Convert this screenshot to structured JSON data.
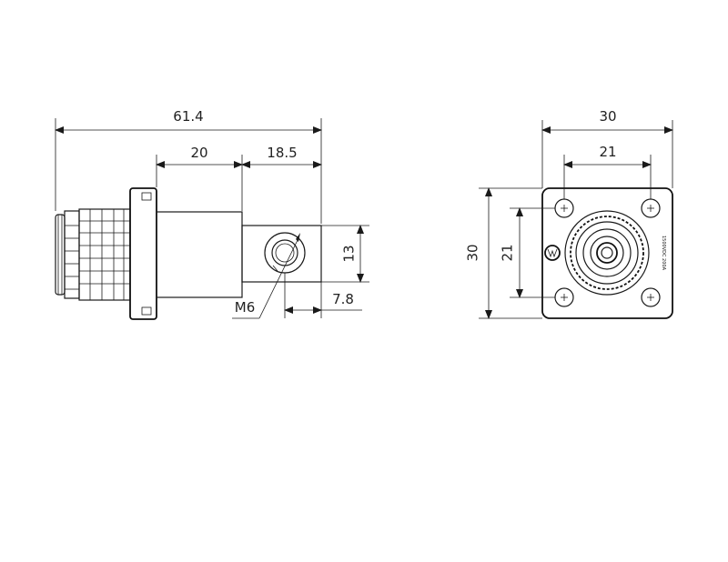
{
  "side_view": {
    "overall_length": "61.4",
    "flange_to_tab": "20",
    "tab_length": "18.5",
    "tab_height": "13",
    "hole_offset": "7.8",
    "thread": "M6"
  },
  "front_view": {
    "width": "30",
    "hole_pitch_x": "21",
    "height": "30",
    "hole_pitch_y": "21",
    "marking": "1500VDC 200A"
  }
}
